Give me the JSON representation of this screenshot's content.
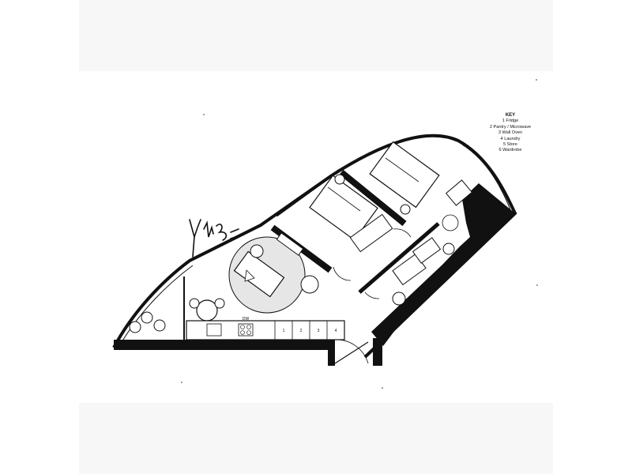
{
  "key": {
    "title": "KEY",
    "items": [
      {
        "label": "1 Fridge"
      },
      {
        "label": "2 Pantry / Microwave"
      },
      {
        "label": "3 Wall Oven"
      },
      {
        "label": "4 Laundry"
      },
      {
        "label": "5 Store"
      },
      {
        "label": "6 Wardrobe"
      }
    ]
  },
  "kitchen_label": "DW",
  "bench_numbers": [
    "1",
    "2",
    "3",
    "4"
  ],
  "signature_text": "Yk/y 3"
}
